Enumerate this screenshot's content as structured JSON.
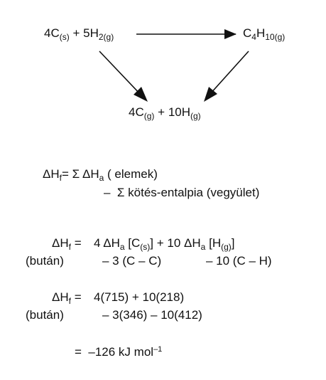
{
  "reaction_cycle": {
    "reactants": {
      "c_coef": "4C",
      "c_state": "(s)",
      "plus": "+",
      "h_coef": "5H",
      "h_sub": "2(g)"
    },
    "product": {
      "c": "C",
      "c_sub": "4",
      "h": "H",
      "h_sub": "10(g)"
    },
    "atoms": {
      "c_coef": "4C",
      "c_state": "(g)",
      "plus": "+",
      "h_coef": "10H",
      "h_state": "(g)"
    }
  },
  "definition": {
    "lhs": "ΔH",
    "lhs_sub": "f",
    "equals": "=",
    "line1_sigma": "Σ",
    "line1_dh": "ΔH",
    "line1_dh_sub": "a",
    "line1_rest": "( elemek)",
    "line2_minus": "–",
    "line2_sigma": "Σ",
    "line2_rest": "kötés-entalpia (vegyület)"
  },
  "formula": {
    "lhs": "ΔH",
    "lhs_sub": "f",
    "equals": "=",
    "label": "(bután)",
    "line1_a": "4 ΔH",
    "line1_a_sub": "a",
    "line1_b": "[C",
    "line1_b_sub": "(s)",
    "line1_c": "] + 10 ΔH",
    "line1_c_sub": "a",
    "line1_d": "[H",
    "line1_d_sub": "(g)",
    "line1_e": "]",
    "line2_a": "– 3 (C – C)",
    "line2_b": "– 10 (C – H)"
  },
  "numeric": {
    "lhs": "ΔH",
    "lhs_sub": "f",
    "equals": "=",
    "label": "(bután)",
    "line1": "4(715) + 10(218)",
    "line2": "– 3(346) – 10(412)"
  },
  "result": {
    "equals": "=",
    "value": "–126 kJ mol",
    "exponent": "–1"
  }
}
